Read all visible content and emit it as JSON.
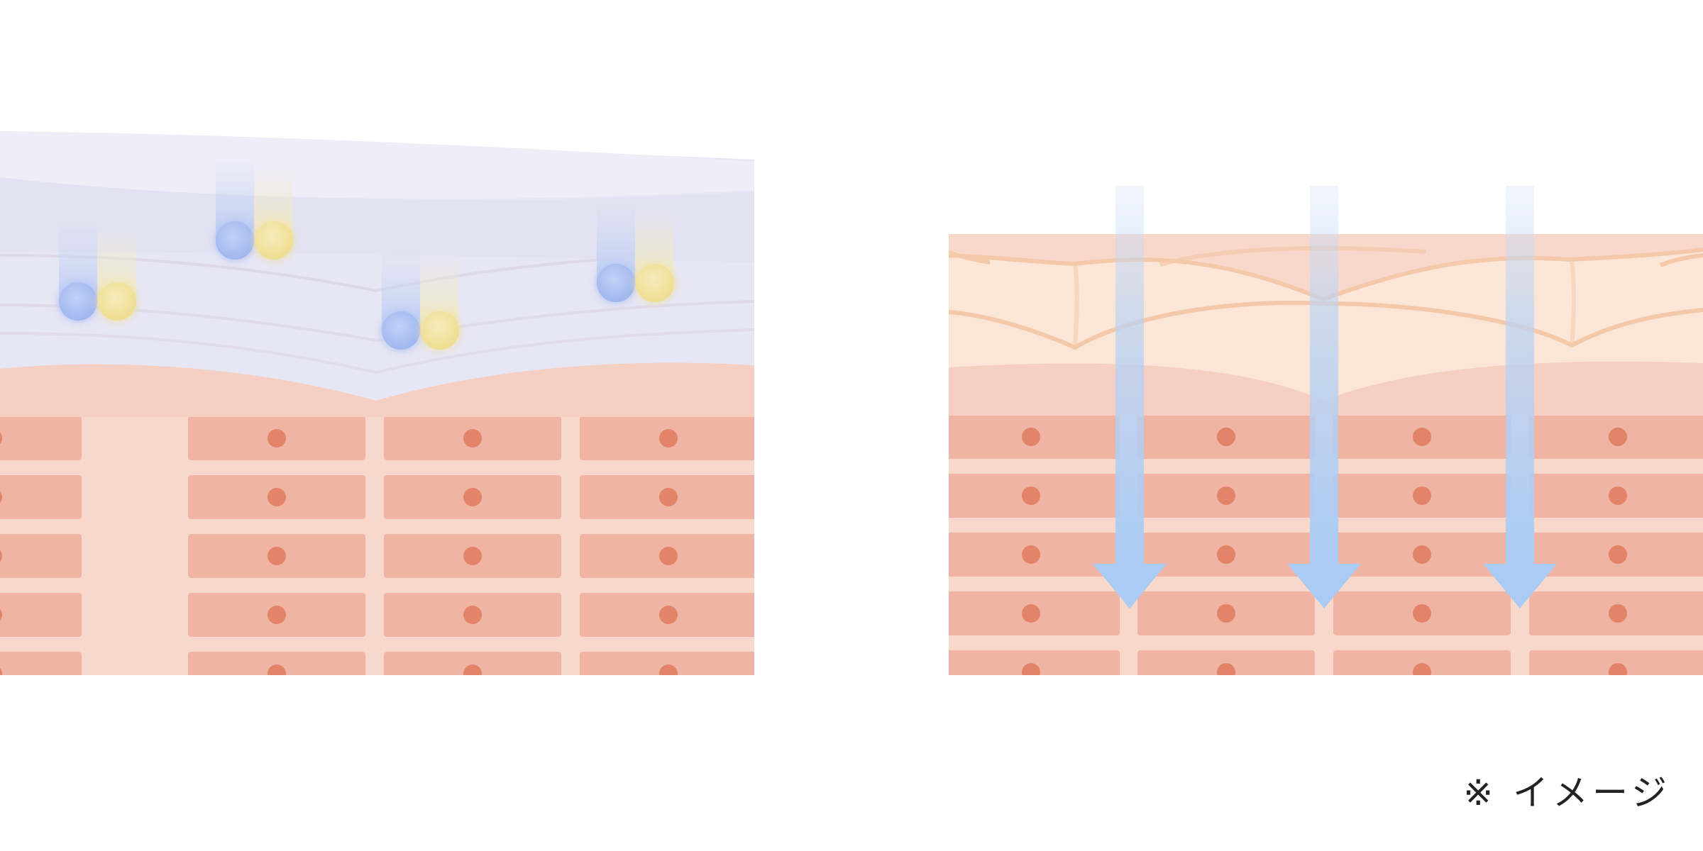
{
  "caption": "※ イメージ",
  "colors": {
    "cell": "#f0b4a5",
    "nucleus": "#e38469",
    "dermis_bg": "#f9d8cc",
    "basal_layer": "#f6cfc3",
    "shield_layer": "#e7e6f4",
    "shield_top": "#eeedf8",
    "skin_scales": "#fbe7da",
    "scale_edges": "#f4c4a4",
    "blue_particle": "#a9bdf2",
    "yellow_particle": "#f3e3a0",
    "arrow": "#a9cbf4"
  },
  "panels": [
    {
      "id": "protected-skin",
      "protective_layer": true,
      "particle_pairs": 4,
      "cell_rows": 5,
      "cell_columns": 4
    },
    {
      "id": "unprotected-skin",
      "protective_layer": false,
      "penetrating_arrows": 3,
      "cell_rows": 5,
      "cell_columns": 4
    }
  ]
}
